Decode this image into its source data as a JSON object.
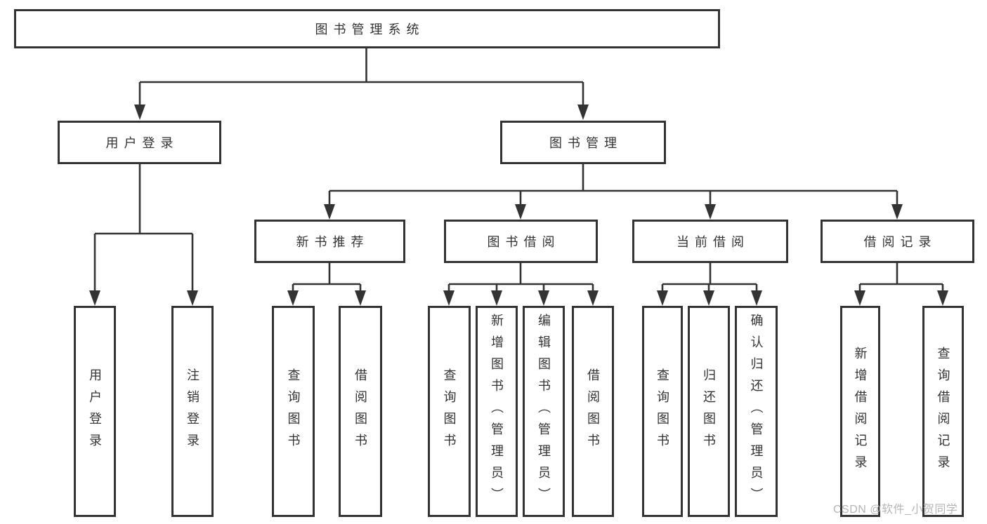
{
  "diagram": {
    "tree": {
      "label": "图书管理系统",
      "children": [
        {
          "label": "用户登录",
          "children": [
            {
              "label": "用户登录"
            },
            {
              "label": "注销登录"
            }
          ]
        },
        {
          "label": "图书管理",
          "children": [
            {
              "label": "新书推荐",
              "children": [
                {
                  "label": "查询图书"
                },
                {
                  "label": "借阅图书"
                }
              ]
            },
            {
              "label": "图书借阅",
              "children": [
                {
                  "label": "查询图书"
                },
                {
                  "label": "新增图书（管理员）"
                },
                {
                  "label": "编辑图书（管理员）"
                },
                {
                  "label": "借阅图书"
                }
              ]
            },
            {
              "label": "当前借阅",
              "children": [
                {
                  "label": "查询图书"
                },
                {
                  "label": "归还图书"
                },
                {
                  "label": "确认归还（管理员）"
                }
              ]
            },
            {
              "label": "借阅记录",
              "children": [
                {
                  "label": "新增借阅记录"
                },
                {
                  "label": "查询借阅记录"
                }
              ]
            }
          ]
        }
      ]
    }
  },
  "watermark": {
    "text": "CSDN @软件_小贺同学"
  },
  "colors": {
    "line": "#333333",
    "box_fill": "#ffffff",
    "text": "#333333",
    "watermark": "#b5b5b9",
    "background": "#ffffff"
  }
}
